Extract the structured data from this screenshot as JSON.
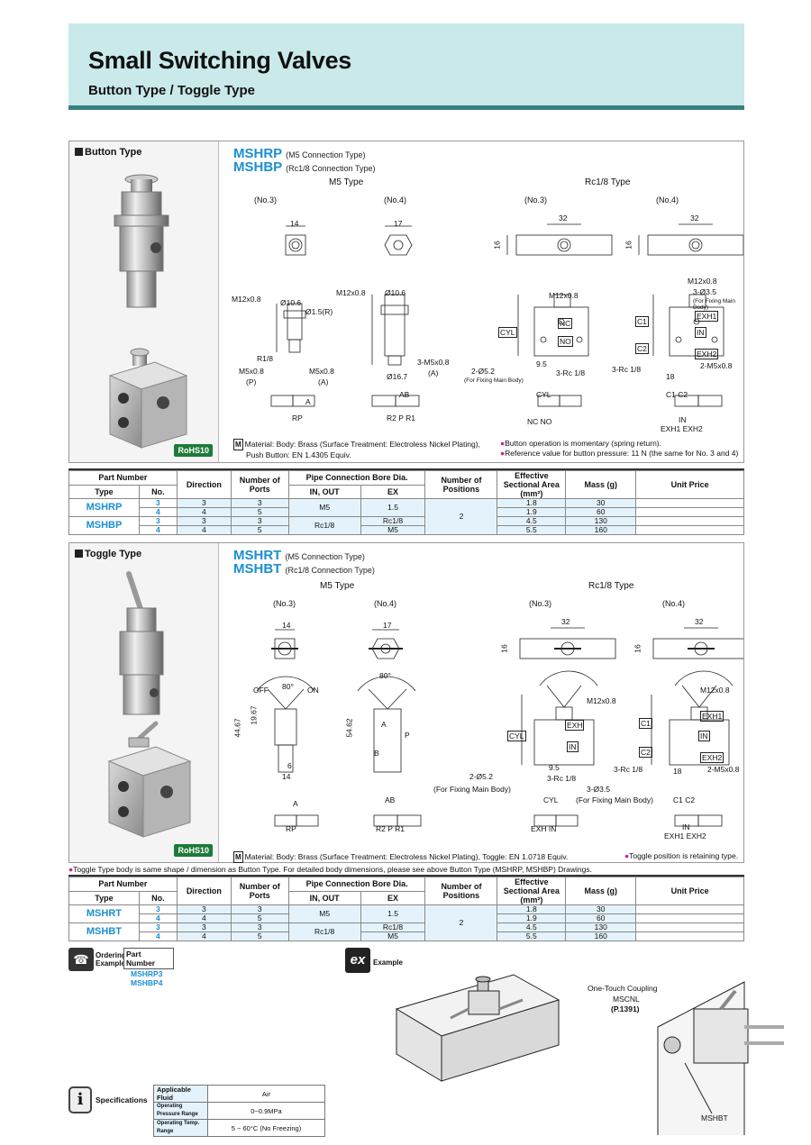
{
  "header": {
    "title": "Small Switching Valves",
    "subtitle": "Button Type / Toggle Type"
  },
  "button_section": {
    "heading": "Button Type",
    "model_a": "MSHRP",
    "model_a_note": "(M5 Connection Type)",
    "model_b": "MSHBP",
    "model_b_note": "(Rc1/8 Connection Type)",
    "m5_type": "M5 Type",
    "rc_type": "Rc1/8 Type",
    "no3": "(No.3)",
    "no4": "(No.4)",
    "rohs": "RoHS10",
    "material": "Material: Body: Brass (Surface Treatment: Electroless Nickel Plating),",
    "material2": "Push Button: EN 1.4305 Equiv.",
    "note1": "Button operation is momentary (spring return).",
    "note2": "Reference value for button pressure: 11 N (the same for No. 3 and 4)",
    "dims": {
      "w14": "14",
      "w17": "17",
      "w32a": "32",
      "w32b": "32",
      "h16a": "16",
      "h16b": "16",
      "m12a": "M12x0.8",
      "d106a": "Ø10.6",
      "d15": "Ø1.5(R)",
      "r18": "R1/8",
      "m5a": "M5x0.8",
      "p": "(P)",
      "m5b": "M5x0.8",
      "a": "(A)",
      "m12b": "M12x0.8",
      "d106b": "Ø10.6",
      "d167": "Ø16.7",
      "m5c": "3-M5x0.8",
      "a2": "(A)",
      "m12c": "M12x0.8",
      "d52": "2-Ø5.2",
      "fix": "(For Fixing Main Body)",
      "rc18": "3-Rc 1/8",
      "d95": "9.5",
      "m12d": "M12x0.8",
      "d35": "3-Ø3.5",
      "fix2": "(For Fixing Main Body)",
      "rc18b": "3-Rc 1/8",
      "m5d": "2-M5x0.8",
      "d18": "18",
      "nc": "NC",
      "no": "NO",
      "cyl": "CYL",
      "c1": "C1",
      "c2": "C2",
      "in": "IN",
      "exh1": "EXH1",
      "exh2": "EXH2"
    },
    "symbols": {
      "s1": "A",
      "s1b": "RP",
      "s2": "AB",
      "s2b": "R2  P  R1",
      "s3": "CYL",
      "s3b": "NC  NO",
      "s4": "C1  C2",
      "s4b": "IN",
      "s4c": "EXH1  EXH2"
    }
  },
  "button_table": {
    "headers": [
      "Part Number",
      "Direction",
      "Number of Ports",
      "Pipe Connection Bore Dia.",
      "Number of Positions",
      "Effective Sectional Area (mm²)",
      "Mass (g)",
      "Unit Price"
    ],
    "sub_headers": [
      "Type",
      "No.",
      "IN, OUT",
      "EX"
    ],
    "rows": [
      {
        "type": "MSHRP",
        "no": "3",
        "dir": "3",
        "ports": "3",
        "inout": "M5",
        "ex": "1.5",
        "pos": "2",
        "area": "1.8",
        "mass": "30",
        "price": ""
      },
      {
        "type": "",
        "no": "4",
        "dir": "4",
        "ports": "5",
        "inout": "",
        "ex": "",
        "pos": "",
        "area": "1.9",
        "mass": "60",
        "price": ""
      },
      {
        "type": "MSHBP",
        "no": "3",
        "dir": "3",
        "ports": "3",
        "inout": "Rc1/8",
        "ex": "Rc1/8",
        "pos": "",
        "area": "4.5",
        "mass": "130",
        "price": ""
      },
      {
        "type": "",
        "no": "4",
        "dir": "4",
        "ports": "5",
        "inout": "",
        "ex": "M5",
        "pos": "",
        "area": "5.5",
        "mass": "160",
        "price": ""
      }
    ]
  },
  "toggle_section": {
    "heading": "Toggle Type",
    "model_a": "MSHRT",
    "model_a_note": "(M5 Connection Type)",
    "model_b": "MSHBT",
    "model_b_note": "(Rc1/8 Connection Type)",
    "m5_type": "M5 Type",
    "rc_type": "Rc1/8 Type",
    "no3": "(No.3)",
    "no4": "(No.4)",
    "rohs": "RoHS10",
    "material": "Material: Body: Brass (Surface Treatment: Electroless Nickel Plating), Toggle: EN 1.0718 Equiv.",
    "note1": "Toggle position is retaining type.",
    "dims": {
      "w14": "14",
      "w17": "17",
      "w32a": "32",
      "w32b": "32",
      "h16a": "16",
      "h16b": "16",
      "off": "OFF",
      "on": "ON",
      "deg": "80°",
      "deg2": "80°",
      "h4467": "44.67",
      "h1967": "19.67",
      "d6": "6",
      "d14": "14",
      "h5462": "54.62",
      "a": "A",
      "p": "P",
      "b": "B",
      "m12c": "M12x0.8",
      "d52": "2-Ø5.2",
      "fix": "(For Fixing Main Body)",
      "rc18": "3-Rc 1/8",
      "d95": "9.5",
      "d35": "3-Ø3.5",
      "fix2": "(For Fixing Main Body)",
      "m12d": "M12x0.8",
      "rc18b": "3-Rc 1/8",
      "m5d": "2-M5x0.8",
      "d18": "18",
      "exh": "EXH",
      "cyl": "CYL",
      "in": "IN",
      "c1": "C1",
      "c2": "C2",
      "exh1": "EXH1",
      "exh2": "EXH2"
    },
    "symbols": {
      "s1": "A",
      "s1b": "RP",
      "s2": "AB",
      "s2b": "R2  P  R1",
      "s3": "CYL",
      "s3b": "EXH  IN",
      "s4": "C1 C2",
      "s4b": "IN",
      "s4c": "EXH1  EXH2"
    }
  },
  "toggle_note": "Toggle Type body is same shape / dimension as Button Type. For detailed body dimensions, please see above Button Type (MSHRP, MSHBP) Drawings.",
  "toggle_table": {
    "headers": [
      "Part Number",
      "Direction",
      "Number of Ports",
      "Pipe Connection Bore Dia.",
      "Number of Positions",
      "Effective Sectional Area (mm²)",
      "Mass (g)",
      "Unit Price"
    ],
    "sub_headers": [
      "Type",
      "No.",
      "IN, OUT",
      "EX"
    ],
    "rows": [
      {
        "type": "MSHRT",
        "no": "3",
        "dir": "3",
        "ports": "3",
        "inout": "M5",
        "ex": "1.5",
        "pos": "2",
        "area": "1.8",
        "mass": "30",
        "price": ""
      },
      {
        "type": "",
        "no": "4",
        "dir": "4",
        "ports": "5",
        "inout": "",
        "ex": "",
        "pos": "",
        "area": "1.9",
        "mass": "60",
        "price": ""
      },
      {
        "type": "MSHBT",
        "no": "3",
        "dir": "3",
        "ports": "3",
        "inout": "Rc1/8",
        "ex": "Rc1/8",
        "pos": "",
        "area": "4.5",
        "mass": "130",
        "price": ""
      },
      {
        "type": "",
        "no": "4",
        "dir": "4",
        "ports": "5",
        "inout": "",
        "ex": "M5",
        "pos": "",
        "area": "5.5",
        "mass": "160",
        "price": ""
      }
    ]
  },
  "ordering": {
    "label": "Ordering Example",
    "header": "Part Number",
    "values": [
      "MSHRP3",
      "MSHBP4"
    ]
  },
  "example": {
    "label": "Example",
    "coupling": "One-Touch Coupling",
    "coupling_part": "MSCNL",
    "coupling_page": "(P.1391)",
    "valve": "MSHBT"
  },
  "specifications": {
    "label": "Specifications",
    "rows": [
      {
        "k": "Applicable Fluid",
        "v": "Air"
      },
      {
        "k": "Operating Pressure Range",
        "v": "0~0.9MPa"
      },
      {
        "k": "Operating Temp. Range",
        "v": "5 ~ 60°C (No Freezing)"
      }
    ]
  }
}
